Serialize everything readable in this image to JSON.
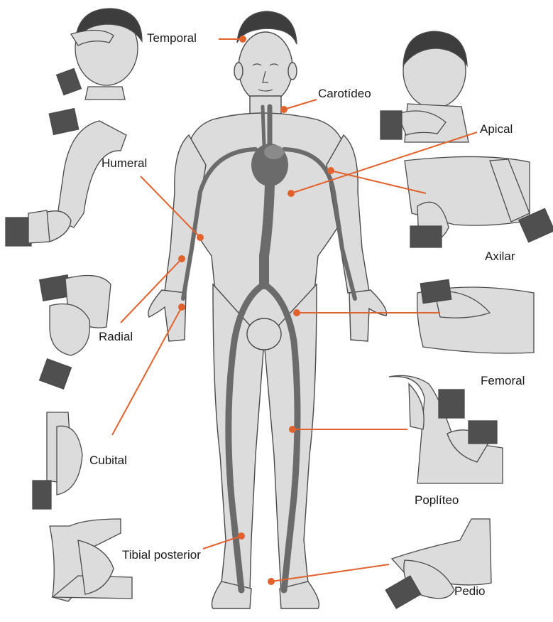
{
  "labels": {
    "temporal": "Temporal",
    "carotideo": "Carotídeo",
    "apical": "Apical",
    "humeral": "Humeral",
    "axilar": "Axilar",
    "radial": "Radial",
    "femoral": "Femoral",
    "cubital": "Cubital",
    "popliteo": "Poplíteo",
    "tibial_posterior": "Tibial posterior",
    "pedio": "Pedio"
  },
  "colors": {
    "leader_line": "#e2622d",
    "skin": "#dcdcdc",
    "skin_outline": "#4a4a4a",
    "artery": "#6b6b6b",
    "hair": "#3d3d3d",
    "sleeve": "#4f4f4f"
  }
}
